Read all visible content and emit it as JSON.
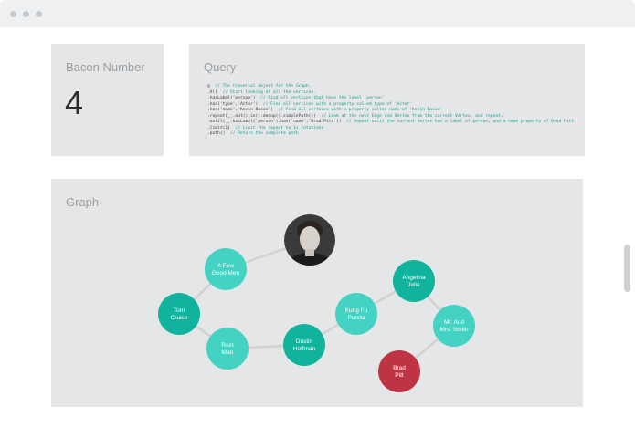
{
  "bacon": {
    "title": "Bacon Number",
    "value": "4"
  },
  "query": {
    "title": "Query",
    "lines": [
      {
        "code": "g",
        "comment": "// The traversal object for the Graph."
      },
      {
        "code": ".V()",
        "comment": "// Start looking at all the vertices."
      },
      {
        "code": ".hasLabel('person')",
        "comment": "// Find all vertices that have the label 'person'"
      },
      {
        "code": ".has('type','Actor')",
        "comment": "// Find all vertices with a property called type of 'Actor'"
      },
      {
        "code": ".has('name','Kevin Bacon')",
        "comment": "// Find all vertices with a property called name of 'Kevin Bacon'"
      },
      {
        "code": ".repeat(__.out().in().dedup().simplePath())",
        "comment": "// Look at the next Edge and Vertex from the current Vertex, and repeat."
      },
      {
        "code": ".until(__.hasLabel('person').has('name','Brad Pitt'))",
        "comment": "// Repeat until the current Vertex has a label of person, and a name property of Brad Pitt"
      },
      {
        "code": ".limit(1)",
        "comment": "// Limit the repeat to 1x rotations"
      },
      {
        "code": ".path()",
        "comment": "// Return the complete path"
      }
    ]
  },
  "graph": {
    "title": "Graph",
    "colors": {
      "light_teal": "#44d2c2",
      "dark_teal": "#11b39d",
      "red": "#be3444",
      "edge": "#d0d2d3"
    },
    "nodes": [
      {
        "id": "kevin",
        "kind": "photo",
        "label": ""
      },
      {
        "id": "few-good-men",
        "kind": "movie",
        "label": [
          "A Few",
          "Good Men"
        ]
      },
      {
        "id": "tom-cruise",
        "kind": "actor",
        "label": [
          "Tom",
          "Cruise"
        ]
      },
      {
        "id": "rain-man",
        "kind": "movie",
        "label": [
          "Rain",
          "Man"
        ]
      },
      {
        "id": "dustin-hoffman",
        "kind": "actor",
        "label": [
          "Dustin",
          "Hoffman"
        ]
      },
      {
        "id": "kung-fu-panda",
        "kind": "movie",
        "label": [
          "Kung Fu",
          "Panda"
        ]
      },
      {
        "id": "angelina-jolie",
        "kind": "actor",
        "label": [
          "Angelina",
          "Jolie"
        ]
      },
      {
        "id": "mr-mrs-smith",
        "kind": "movie",
        "label": [
          "Mr. And",
          "Mrs. Smith"
        ]
      },
      {
        "id": "brad-pitt",
        "kind": "target",
        "label": [
          "Brad",
          "Pitt"
        ]
      }
    ],
    "edges": [
      [
        "kevin",
        "few-good-men"
      ],
      [
        "few-good-men",
        "tom-cruise"
      ],
      [
        "tom-cruise",
        "rain-man"
      ],
      [
        "rain-man",
        "dustin-hoffman"
      ],
      [
        "dustin-hoffman",
        "kung-fu-panda"
      ],
      [
        "kung-fu-panda",
        "angelina-jolie"
      ],
      [
        "angelina-jolie",
        "mr-mrs-smith"
      ],
      [
        "mr-mrs-smith",
        "brad-pitt"
      ]
    ]
  }
}
